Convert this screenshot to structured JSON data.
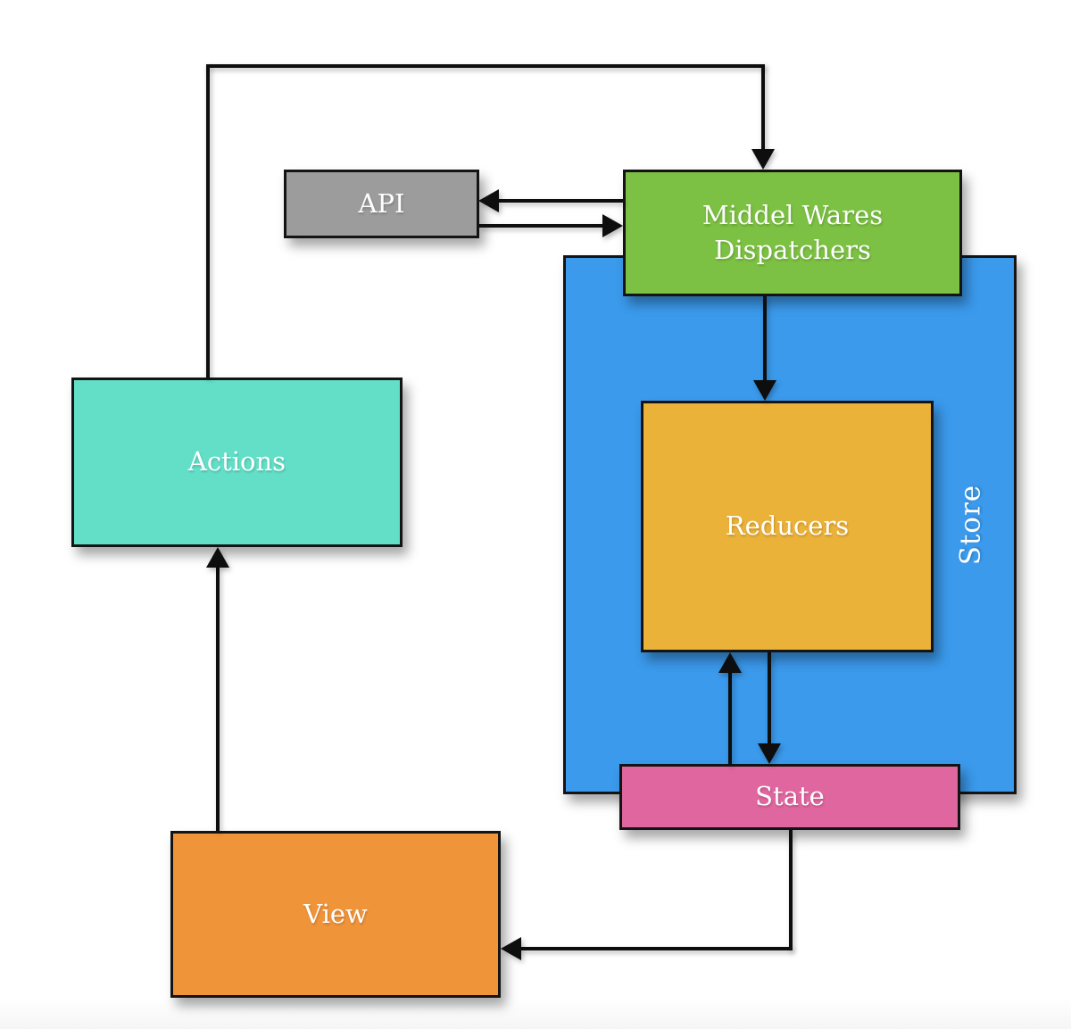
{
  "diagram": {
    "background_color": "#ffffff",
    "edge_color": "#0e0e0e",
    "text_color": "#ffffff",
    "nodes": {
      "api": {
        "label": "API",
        "color": "#9c9c9c"
      },
      "middlewares": {
        "label_line1": "Middel Wares",
        "label_line2": "Dispatchers",
        "color": "#7cc143"
      },
      "store": {
        "label": "Store",
        "color": "#3b9aec"
      },
      "reducers": {
        "label": "Reducers",
        "color": "#ebb23a"
      },
      "state": {
        "label": "State",
        "color": "#e0669f"
      },
      "actions": {
        "label": "Actions",
        "color": "#63dfc8"
      },
      "view": {
        "label": "View",
        "color": "#f0943a"
      }
    },
    "edges": [
      {
        "from": "actions",
        "to": "middlewares",
        "route": "up-over-top"
      },
      {
        "from": "middlewares",
        "to": "api"
      },
      {
        "from": "api",
        "to": "middlewares"
      },
      {
        "from": "middlewares",
        "to": "reducers"
      },
      {
        "from": "state",
        "to": "reducers"
      },
      {
        "from": "reducers",
        "to": "state"
      },
      {
        "from": "state",
        "to": "view"
      },
      {
        "from": "view",
        "to": "actions"
      }
    ]
  }
}
